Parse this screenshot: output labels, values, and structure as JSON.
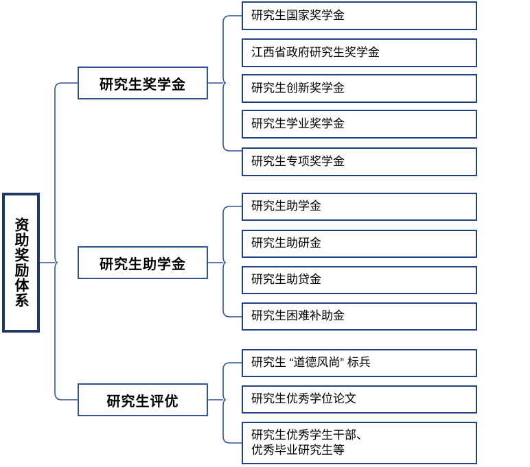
{
  "diagram": {
    "title": "资助奖励体系",
    "root": {
      "label": "资助奖励体系"
    },
    "branches": [
      {
        "id": "scholarship",
        "label": "研究生奖学金",
        "items": [
          {
            "label": "研究生国家奖学金"
          },
          {
            "label": "江西省政府研究生奖学金"
          },
          {
            "label": "研究生创新奖学金"
          },
          {
            "label": "研究生学业奖学金"
          },
          {
            "label": "研究生专项奖学金"
          }
        ]
      },
      {
        "id": "grant",
        "label": "研究生助学金",
        "items": [
          {
            "label": "研究生助学金"
          },
          {
            "label": "研究生助研金"
          },
          {
            "label": "研究生助贷金"
          },
          {
            "label": "研究生困难补助金"
          }
        ]
      },
      {
        "id": "honors",
        "label": "研究生评优",
        "items": [
          {
            "label": "研究生 “道德风尚” 标兵"
          },
          {
            "label": "研究生优秀学位论文"
          },
          {
            "label": "研究生优秀学生干部、\n优秀毕业研究生等"
          }
        ]
      }
    ],
    "colors": {
      "root_border": "#1F3864",
      "branch_border": "#2E5496",
      "leaf_border": "#1F4287",
      "connector": "#2E5496",
      "text": "#000000",
      "background": "#FFFFFF"
    }
  }
}
